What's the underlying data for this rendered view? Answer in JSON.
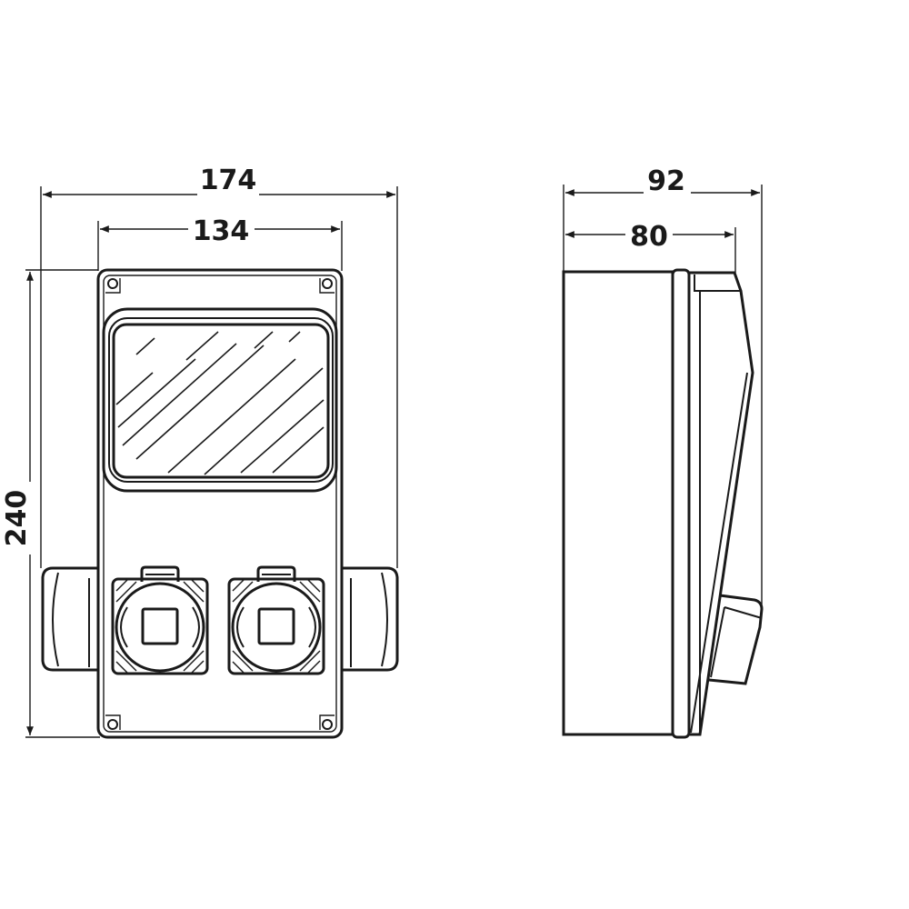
{
  "dimensions": {
    "front_width_overall": "174",
    "front_width_body": "134",
    "front_height": "240",
    "side_depth_overall": "92",
    "side_depth_body": "80"
  },
  "colors": {
    "line": "#1a1a1a",
    "background": "#ffffff"
  }
}
